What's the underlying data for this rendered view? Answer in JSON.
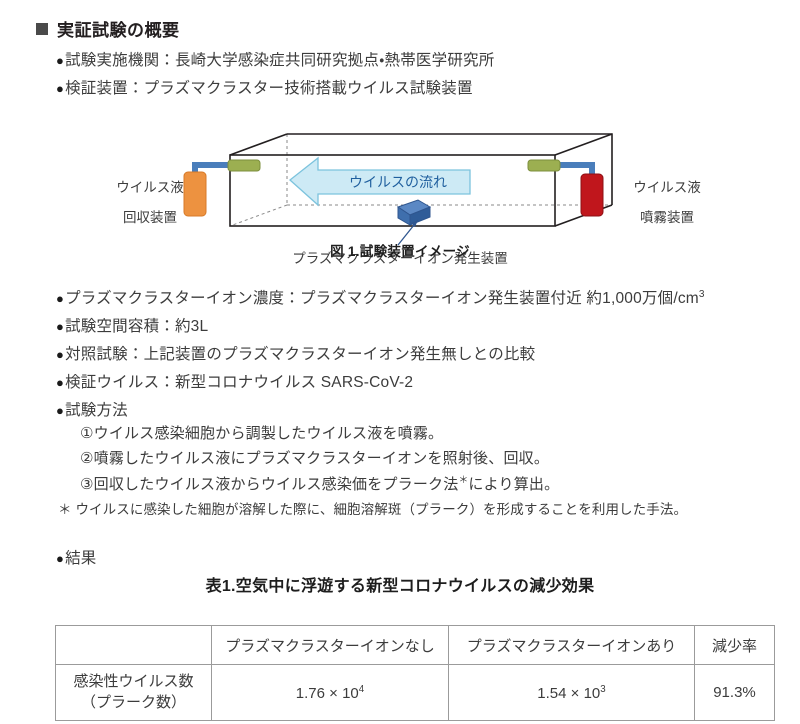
{
  "heading": "実証試験の概要",
  "bullets": [
    {
      "text": "試験実施機関：長崎大学感染症共同研究拠点・熱帯医学研究所"
    },
    {
      "text": "検証装置：プラズマクラスター技術搭載ウイルス試験装置"
    }
  ],
  "bullets2": [
    {
      "prefix": "プラズマクラスターイオン濃度：プラズマクラスターイオン発生装置付近 約1,000万個/cm",
      "sup": "3"
    },
    {
      "prefix": "試験空間容積：約3L",
      "sup": ""
    },
    {
      "prefix": "対照試験：上記装置のプラズマクラスターイオン発生無しとの比較",
      "sup": ""
    },
    {
      "prefix": "検証ウイルス：新型コロナウイルス SARS-CoV-2",
      "sup": ""
    },
    {
      "prefix": "試験方法",
      "sup": ""
    }
  ],
  "methods": [
    {
      "text": "①ウイルス感染細胞から調製したウイルス液を噴霧。"
    },
    {
      "text": "②噴霧したウイルス液にプラズマクラスターイオンを照射後、回収。"
    },
    {
      "pre": "③回収したウイルス液からウイルス感染価をプラーク法",
      "sup": "＊",
      "post": "により算出。"
    }
  ],
  "footnote": "＊ ウイルスに感染した細胞が溶解した際に、細胞溶解斑（プラーク）を形成することを利用した手法。",
  "result_bullet": "結果",
  "figure": {
    "caption": "図 1.試験装置イメージ",
    "flow_label": "ウイルスの流れ",
    "left_label_1": "ウイルス液",
    "left_label_2": "回収装置",
    "right_label_1": "ウイルス液",
    "right_label_2": "噴霧装置",
    "generator_label": "プラズマクラスターイオン発生装置",
    "colors": {
      "arrow_fill": "#cdeaf5",
      "arrow_stroke": "#7cc3dd",
      "flow_text": "#1f5f9e",
      "tube": "#4a7ebb",
      "connector": "#9caf51",
      "collector": "#ed9240",
      "sprayer": "#c0161c",
      "generator": "#3f6fad",
      "box_stroke": "#231f20"
    }
  },
  "table": {
    "caption": "表1.空気中に浮遊する新型コロナウイルスの減少効果",
    "headers": [
      "",
      "プラズマクラスターイオンなし",
      "プラズマクラスターイオンあり",
      "減少率"
    ],
    "row_label_line1": "感染性ウイルス数",
    "row_label_line2": "（プラーク数）",
    "value_no_mantissa": "1.76 × 10",
    "value_no_exp": "4",
    "value_yes_mantissa": "1.54 × 10",
    "value_yes_exp": "3",
    "reduction_rate": "91.3%"
  }
}
